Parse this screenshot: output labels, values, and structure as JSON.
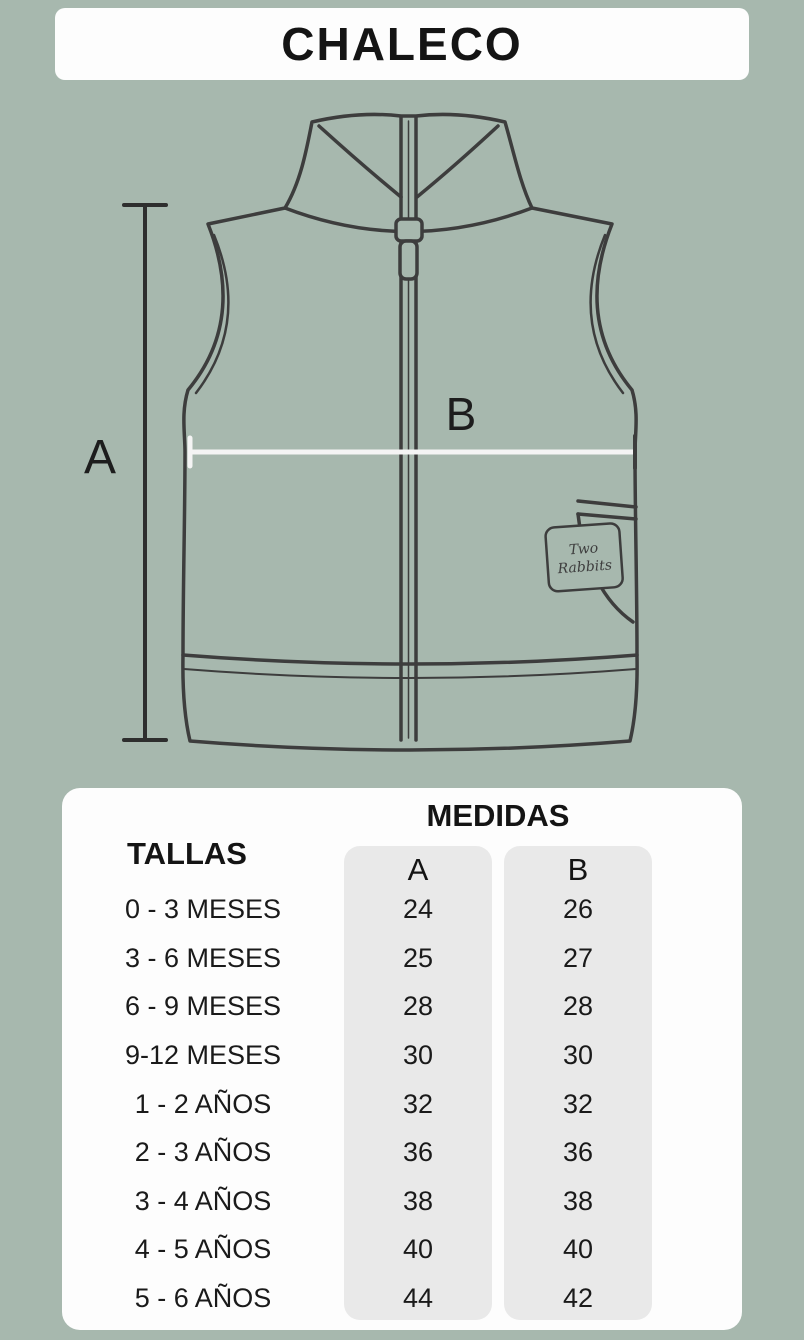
{
  "title": "CHALECO",
  "diagram": {
    "label_a": "A",
    "label_b": "B",
    "tag": {
      "line1": "Two",
      "line2": "Rabbits"
    }
  },
  "table": {
    "medidas_header": "MEDIDAS",
    "tallas_header": "TALLAS",
    "col_a": "A",
    "col_b": "B",
    "rows": [
      {
        "talla": "0 - 3 MESES",
        "a": "24",
        "b": "26"
      },
      {
        "talla": "3 - 6 MESES",
        "a": "25",
        "b": "27"
      },
      {
        "talla": "6 - 9 MESES",
        "a": "28",
        "b": "28"
      },
      {
        "talla": "9-12 MESES",
        "a": "30",
        "b": "30"
      },
      {
        "talla": "1 - 2 AÑOS",
        "a": "32",
        "b": "32"
      },
      {
        "talla": "2 - 3 AÑOS",
        "a": "36",
        "b": "36"
      },
      {
        "talla": "3 - 4 AÑOS",
        "a": "38",
        "b": "38"
      },
      {
        "talla": "4 - 5 AÑOS",
        "a": "40",
        "b": "40"
      },
      {
        "talla": "5 - 6 AÑOS",
        "a": "44",
        "b": "42"
      }
    ]
  },
  "colors": {
    "background": "#a7b8ae",
    "panel": "#fdfdfd",
    "column_pill": "#e9e9e9",
    "line": "#3d3d3d",
    "measure_white": "#f4f4f4"
  },
  "chart_data": {
    "type": "table",
    "title": "CHALECO",
    "section_header": "MEDIDAS",
    "columns": [
      "TALLAS",
      "A",
      "B"
    ],
    "rows": [
      [
        "0 - 3 MESES",
        24,
        26
      ],
      [
        "3 - 6 MESES",
        25,
        27
      ],
      [
        "6 - 9 MESES",
        28,
        28
      ],
      [
        "9-12 MESES",
        30,
        30
      ],
      [
        "1 - 2 AÑOS",
        32,
        32
      ],
      [
        "2 - 3 AÑOS",
        36,
        36
      ],
      [
        "3 - 4 AÑOS",
        38,
        38
      ],
      [
        "4 - 5 AÑOS",
        40,
        40
      ],
      [
        "5 - 6 AÑOS",
        44,
        42
      ]
    ]
  }
}
